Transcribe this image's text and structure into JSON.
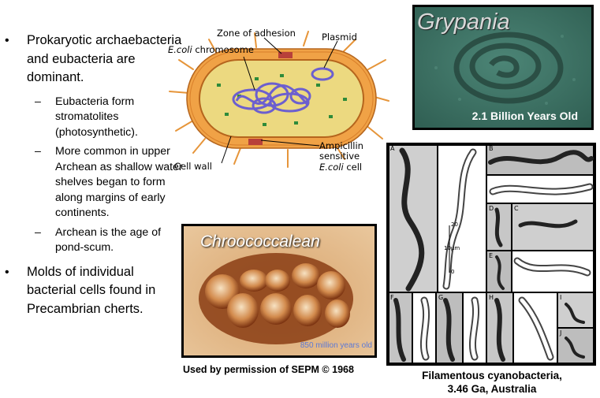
{
  "bullets": [
    {
      "text": "Prokaryotic archaebacteria and eubacteria are dominant."
    },
    {
      "text": "Molds of individual bacterial cells found in Precambrian cherts."
    }
  ],
  "sub_bullets": [
    "Eubacteria form stromatolites (photosynthetic).",
    "More common in upper Archean as shallow water shelves began to form along margins of early continents.",
    "Archean is the age of pond-scum."
  ],
  "cell_diagram": {
    "zone_of_adhesion": "Zone of adhesion",
    "plasmid": "Plasmid",
    "ecoli_italic": "E.coli",
    "chromosome": "chromosome",
    "ampicillin": "Ampicillin",
    "sensitive": "sensitive",
    "cell": "cell",
    "cell_wall": "Cell wall"
  },
  "grypania": {
    "title": "Grypania",
    "age": "2.1 Billion Years Old"
  },
  "chroococcalean": {
    "title": "Chroococcalean",
    "age": "850 million years old",
    "credit": "Used by permission of SEPM © 1968"
  },
  "filamentous": {
    "panel_letters": [
      "A",
      "B",
      "C",
      "D",
      "E",
      "F",
      "G",
      "H",
      "I",
      "J"
    ],
    "scale_top": "20",
    "scale_mid": "10μm",
    "scale_bottom": "0",
    "caption_line1": "Filamentous cyanobacteria,",
    "caption_line2": "3.46 Ga, Australia"
  },
  "colors": {
    "capsule": "#f0a246",
    "cytoplasm": "#ecd980",
    "dna": "#6c5fcf",
    "grypania_bg": "#3f7466"
  }
}
